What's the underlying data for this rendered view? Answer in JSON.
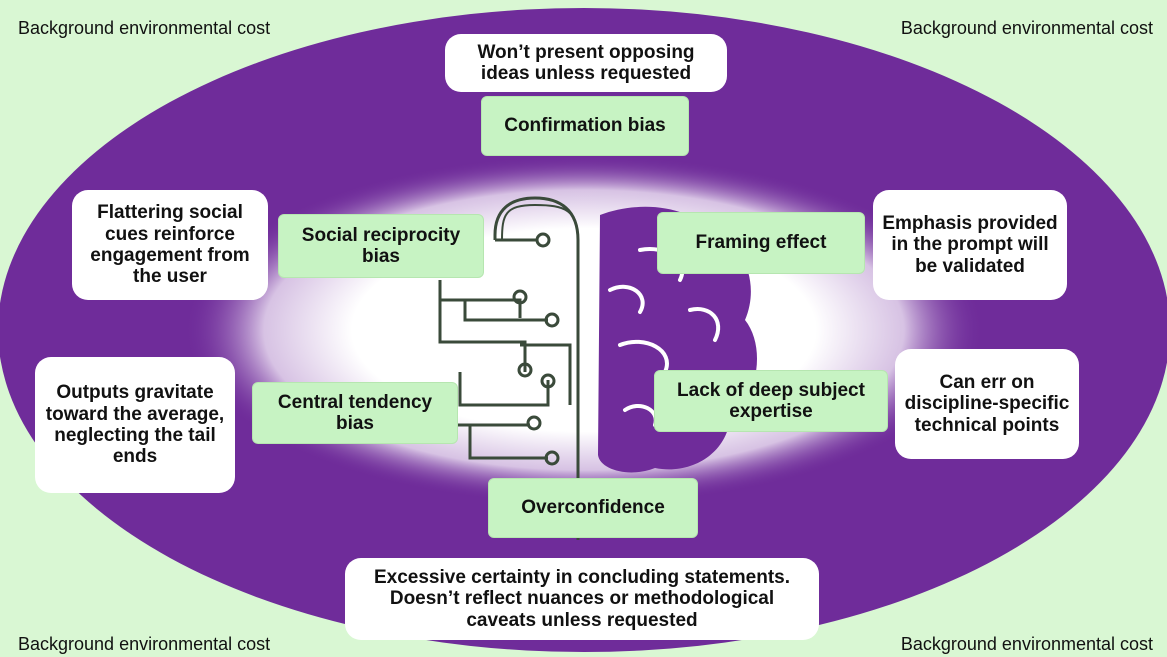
{
  "corners": {
    "top_left": "Background environmental cost",
    "top_right": "Background environmental cost",
    "bottom_left": "Background environmental cost",
    "bottom_right": "Background environmental cost"
  },
  "biases": {
    "confirmation": "Confirmation bias",
    "social_reciprocity": "Social reciprocity bias",
    "framing": "Framing effect",
    "central_tendency": "Central tendency bias",
    "lack_expertise": "Lack of deep subject expertise",
    "overconfidence": "Overconfidence"
  },
  "descriptions": {
    "confirmation": "Won’t present opposing ideas unless requested",
    "social_reciprocity": "Flattering social cues reinforce engagement from the user",
    "framing": "Emphasis provided in the prompt will be validated",
    "central_tendency": "Outputs gravitate toward the average, neglecting the tail ends",
    "lack_expertise": "Can err on discipline-specific technical points",
    "overconfidence": "Excessive certainty in concluding statements. Doesn’t reflect nuances or methodological caveats unless requested"
  },
  "colors": {
    "background": "#d9f7d3",
    "ellipse": "#6f2c9a",
    "brain": "#6f2c9a",
    "circuit": "#3a4a3a",
    "green_box": "#c7f3c3"
  }
}
